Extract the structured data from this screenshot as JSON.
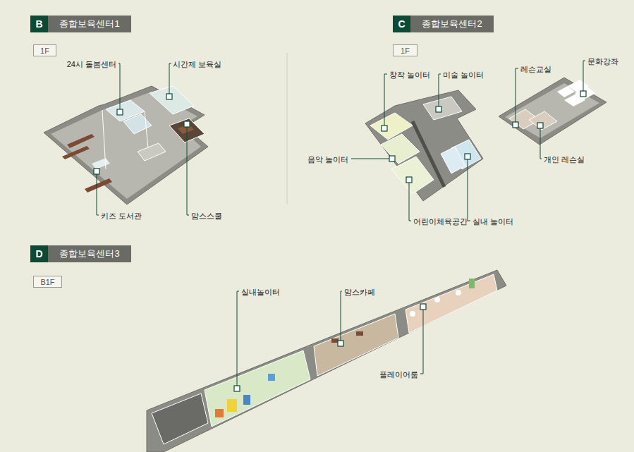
{
  "diagram": {
    "nodes": [
      {
        "text": [
          "B"
        ]
      },
      {
        "text": [
          "종합보육센터1"
        ]
      },
      {
        "text": [
          "1F"
        ]
      },
      {
        "text": [
          "C"
        ]
      },
      {
        "text": [
          "종합보육센터2"
        ]
      },
      {
        "text": [
          "1F"
        ]
      },
      {
        "text": [
          "D"
        ]
      },
      {
        "text": [
          "종합보육센터3"
        ]
      },
      {
        "text": [
          "B1F"
        ]
      }
    ],
    "labels": [
      "24시 돌봄센터",
      "시간제 보육실",
      "키즈 도서관",
      "맘스스쿨",
      "창작 놀이터",
      "미술 놀이터",
      "음악 놀이터",
      "어린이체육공간",
      "실내 놀이터",
      "레슨교실",
      "문화강좌",
      "개인 레슨실",
      "실내놀이터",
      "맘스카페",
      "플레이어룸"
    ]
  }
}
